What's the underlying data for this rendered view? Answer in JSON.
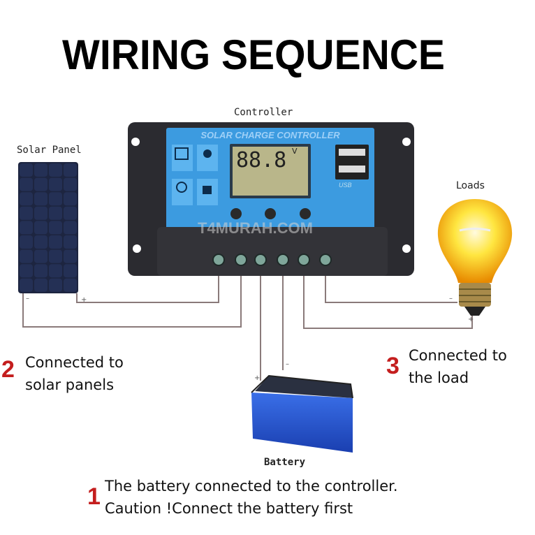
{
  "title": "WIRING SEQUENCE",
  "labels": {
    "controller": "Controller",
    "solar_panel": "Solar Panel",
    "loads": "Loads",
    "battery": "Battery"
  },
  "controller": {
    "brand_text": "SOLAR CHARGE CONTROLLER",
    "lcd_reading": "88.8",
    "lcd_unit": "V",
    "usb_label": "USB",
    "watermark": "T4MURAH.COM",
    "colors": {
      "face": "#3c9be0",
      "body": "#2a2a2e",
      "lcd": "#b9b68a"
    }
  },
  "terminals": {
    "plus": "+",
    "minus": "-"
  },
  "steps": [
    {
      "number": "1",
      "lines": [
        "The battery connected to the controller.",
        "Caution !Connect the battery first"
      ]
    },
    {
      "number": "2",
      "lines": [
        "Connected to",
        "solar panels"
      ]
    },
    {
      "number": "3",
      "lines": [
        "Connected to",
        "the load"
      ]
    }
  ],
  "colors": {
    "step_number": "#c41e1e",
    "wire": "#8a7a7a"
  }
}
